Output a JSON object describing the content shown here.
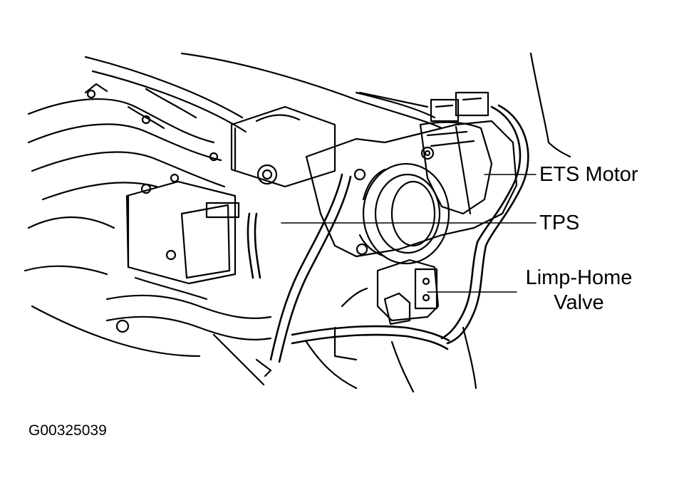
{
  "callouts": {
    "ets_motor": "ETS Motor",
    "tps": "TPS",
    "limp_home_line1": "Limp-Home",
    "limp_home_line2": "Valve"
  },
  "figure_id": "G00325039",
  "colors": {
    "ink": "#000000",
    "paper": "#ffffff"
  }
}
